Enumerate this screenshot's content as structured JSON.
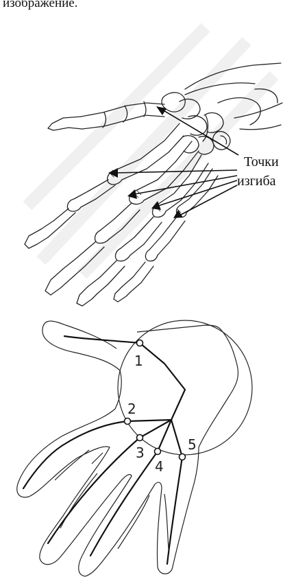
{
  "caption_top": "изображение.",
  "bend_label": {
    "line1": "Точки",
    "line2": "изгиба"
  },
  "joint_numbers": [
    "1",
    "2",
    "3",
    "4",
    "5"
  ]
}
